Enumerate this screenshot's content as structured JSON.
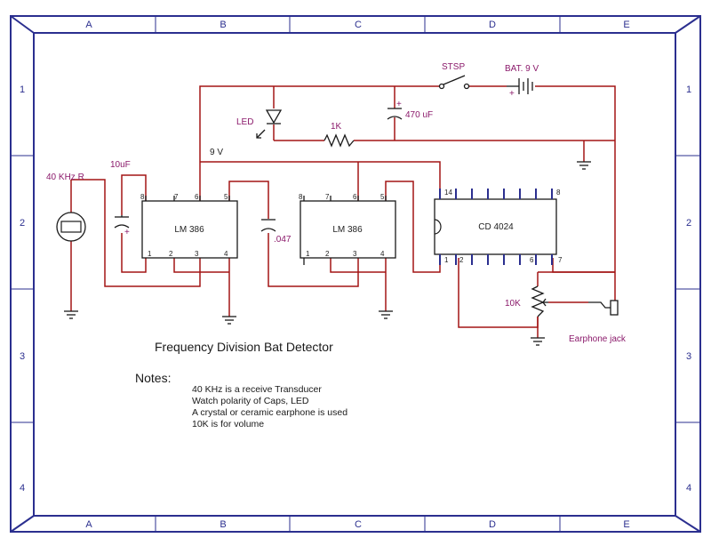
{
  "frame": {
    "columns": [
      "A",
      "B",
      "C",
      "D",
      "E"
    ],
    "rows": [
      "1",
      "2",
      "3",
      "4"
    ],
    "frame_color": "#2b2f8f"
  },
  "colors": {
    "wire": "#a31515",
    "label": "#8b1a6b",
    "pin": "#2b2f8f"
  },
  "components": {
    "transducer": "40 KHz R",
    "cap_10uf": "10uF",
    "amp1": "LM 386",
    "amp2": "LM 386",
    "cap_047": ".047",
    "counter": "CD 4024",
    "led": "LED",
    "resistor_1k": "1K",
    "cap_470uf": "470 uF",
    "switch": "STSP",
    "battery": "BAT.  9 V",
    "supply": "9 V",
    "pot": "10K",
    "jack": "Earphone jack"
  },
  "pins": {
    "amp1": {
      "p8": "8",
      "p7": "7",
      "p6": "6",
      "p5": "5",
      "p1": "1",
      "p2": "2",
      "p3": "3",
      "p4": "4"
    },
    "amp2": {
      "p8": "8",
      "p7": "7",
      "p6": "6",
      "p5": "5",
      "p1": "1",
      "p2": "2",
      "p3": "3",
      "p4": "4"
    },
    "counter": {
      "p14": "14",
      "p8": "8",
      "p1": "1",
      "p2": "2",
      "p6": "6",
      "p7": "7"
    }
  },
  "title": "Frequency Division Bat Detector",
  "notes": {
    "heading": "Notes:",
    "lines": [
      "40 KHz is a receive Transducer",
      "Watch polarity of Caps, LED",
      "A crystal or ceramic earphone is used",
      "10K is for volume"
    ]
  }
}
